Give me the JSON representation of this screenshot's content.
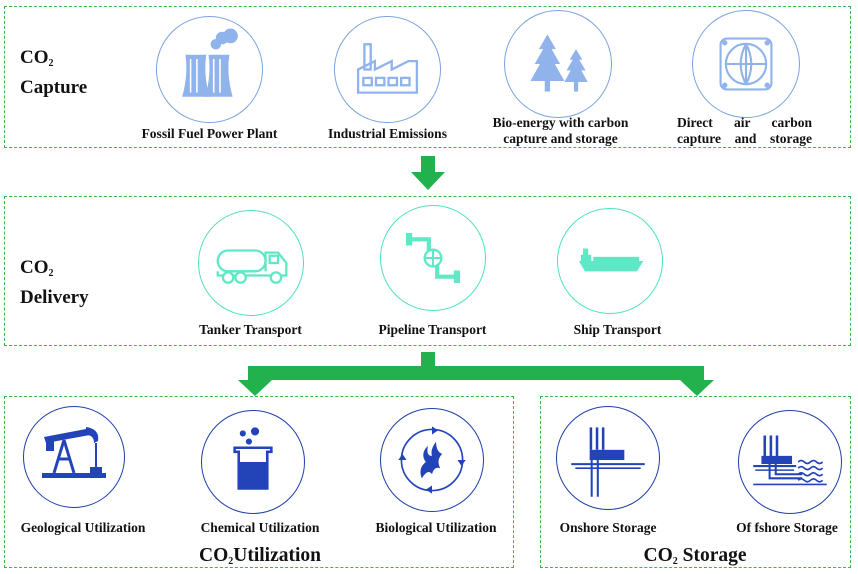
{
  "capture": {
    "label_co": "CO",
    "label_sub": "2",
    "label_word": "Capture",
    "items": [
      {
        "label": "Fossil Fuel Power Plant",
        "icon": "power-plant-icon"
      },
      {
        "label": "Industrial Emissions",
        "icon": "factory-icon"
      },
      {
        "label_line1": "Bio-energy with carbon",
        "label_line2": "capture and storage",
        "icon": "trees-icon"
      },
      {
        "label_line1": "Direct air carbon",
        "label_line2": "capture and storage",
        "icon": "air-capture-icon"
      }
    ]
  },
  "delivery": {
    "label_co": "CO",
    "label_sub": "2",
    "label_word": "Delivery",
    "items": [
      {
        "label": "Tanker Transport",
        "icon": "tanker-truck-icon"
      },
      {
        "label": "Pipeline Transport",
        "icon": "pipeline-icon"
      },
      {
        "label": "Ship Transport",
        "icon": "ship-icon"
      }
    ]
  },
  "utilization": {
    "label_co": "CO",
    "label_sub": "2",
    "label_word": "Utilization",
    "items": [
      {
        "label": "Geological Utilization",
        "icon": "oil-pump-icon"
      },
      {
        "label": "Chemical Utilization",
        "icon": "beaker-icon"
      },
      {
        "label": "Biological Utilization",
        "icon": "algae-cycle-icon"
      }
    ]
  },
  "storage": {
    "label_co": "CO",
    "label_sub": "2",
    "label_word": "Storage",
    "items": [
      {
        "label": "Onshore Storage",
        "icon": "onshore-storage-icon"
      },
      {
        "label": "Of fshore Storage",
        "icon": "offshore-storage-icon"
      }
    ]
  },
  "colors": {
    "box_border": "#3cb54a",
    "arrow": "#22b14c",
    "capture_circle": "#7aa3df",
    "capture_icon": "#8fb3ea",
    "delivery_circle": "#4fe0c0",
    "delivery_icon": "#5ee8c6",
    "utilization_circle": "#1e3fa8",
    "utilization_icon": "#2344b8"
  }
}
